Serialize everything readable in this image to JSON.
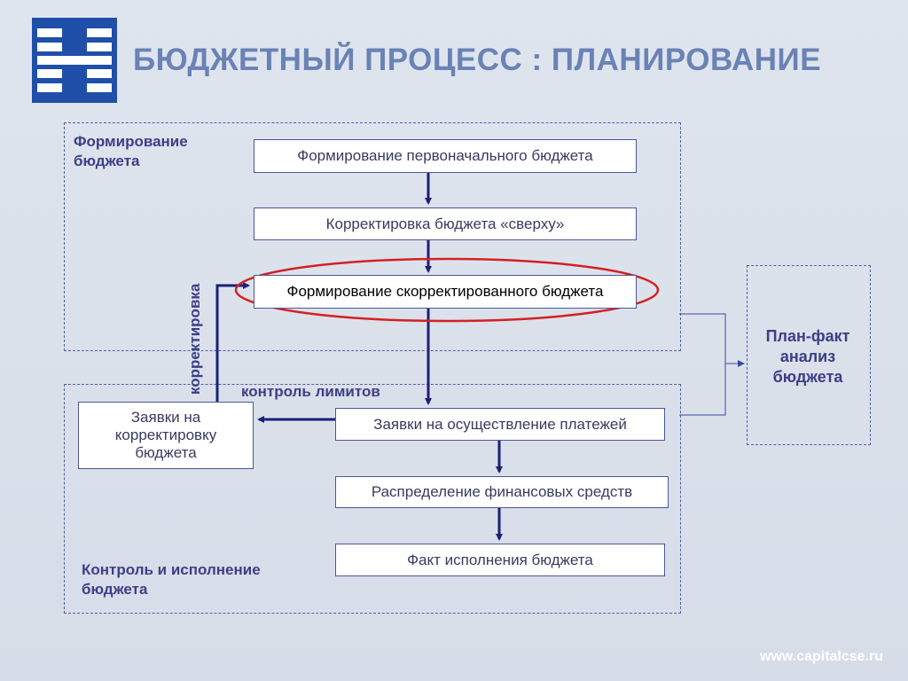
{
  "title": "БЮДЖЕТНЫЙ ПРОЦЕСС : ПЛАНИРОВАНИЕ",
  "regions": {
    "formation": "Формирование бюджета",
    "control": "Контроль и исполнение бюджета"
  },
  "labels": {
    "correction": "корректировка",
    "limits": "контроль лимитов",
    "plan_fact": "План-факт анализ бюджета"
  },
  "boxes": {
    "initial": "Формирование первоначального бюджета",
    "top_correction": "Корректировка бюджета «сверху»",
    "corrected": "Формирование скорректированного бюджета",
    "payments": "Заявки на осуществление платежей",
    "requests": "Заявки на корректировку бюджета",
    "distribution": "Распределение финансовых средств",
    "fact": "Факт исполнения бюджета"
  },
  "footer": "www.capitalcse.ru",
  "colors": {
    "logo": "#1f4fa8",
    "arrow": "#1c1f7a",
    "highlight": "#d42020"
  }
}
